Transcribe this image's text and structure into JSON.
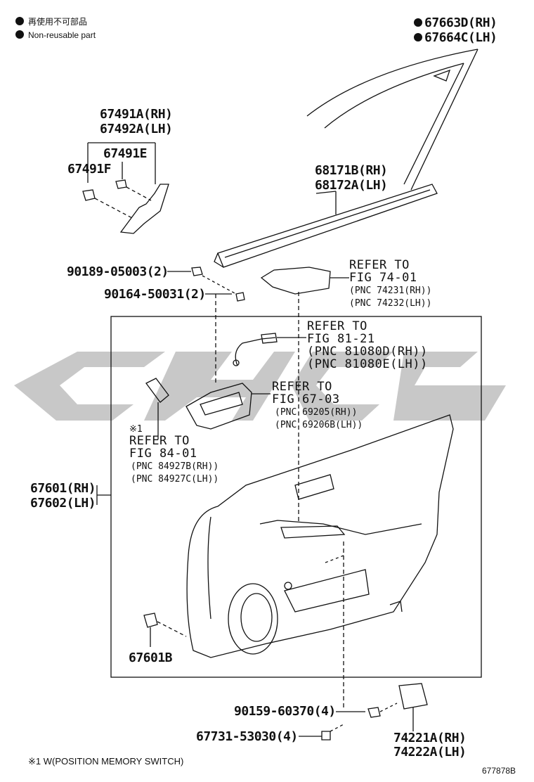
{
  "legend": {
    "line1": "再使用不可部品",
    "line2": "Non-reusable part"
  },
  "watermark_color": "#c8c8c8",
  "parts": {
    "p67663D": "67663D(RH)",
    "p67664C": "67664C(LH)",
    "p67491A": "67491A(RH)",
    "p67492A": "67492A(LH)",
    "p67491E": "67491E",
    "p67491F": "67491F",
    "p68171B": "68171B(RH)",
    "p68172A": "68172A(LH)",
    "p90189": "90189-05003(2)",
    "p90164": "90164-50031(2)",
    "p67601": "67601(RH)",
    "p67602": "67602(LH)",
    "p67601B": "67601B",
    "p90159": "90159-60370(4)",
    "p67731": "67731-53030(4)",
    "p74221A": "74221A(RH)",
    "p74222A": "74222A(LH)"
  },
  "refs": {
    "r74": {
      "l1": "REFER TO",
      "l2": "FIG 74-01",
      "pnc1": "(PNC 74231(RH))",
      "pnc2": "(PNC 74232(LH))"
    },
    "r81": {
      "l1": "REFER TO",
      "l2": "FIG 81-21",
      "pnc1": "(PNC 81080D(RH))",
      "pnc2": "(PNC 81080E(LH))"
    },
    "r67": {
      "l1": "REFER TO",
      "l2": "FIG 67-03",
      "pnc1": "(PNC 69205(RH))",
      "pnc2": "(PNC 69206B(LH))"
    },
    "r84": {
      "mark": "※1",
      "l1": "REFER TO",
      "l2": "FIG 84-01",
      "pnc1": "(PNC 84927B(RH))",
      "pnc2": "(PNC 84927C(LH))"
    }
  },
  "footnote": "※1 W(POSITION MEMORY SWITCH)",
  "figure_id": "677878B"
}
